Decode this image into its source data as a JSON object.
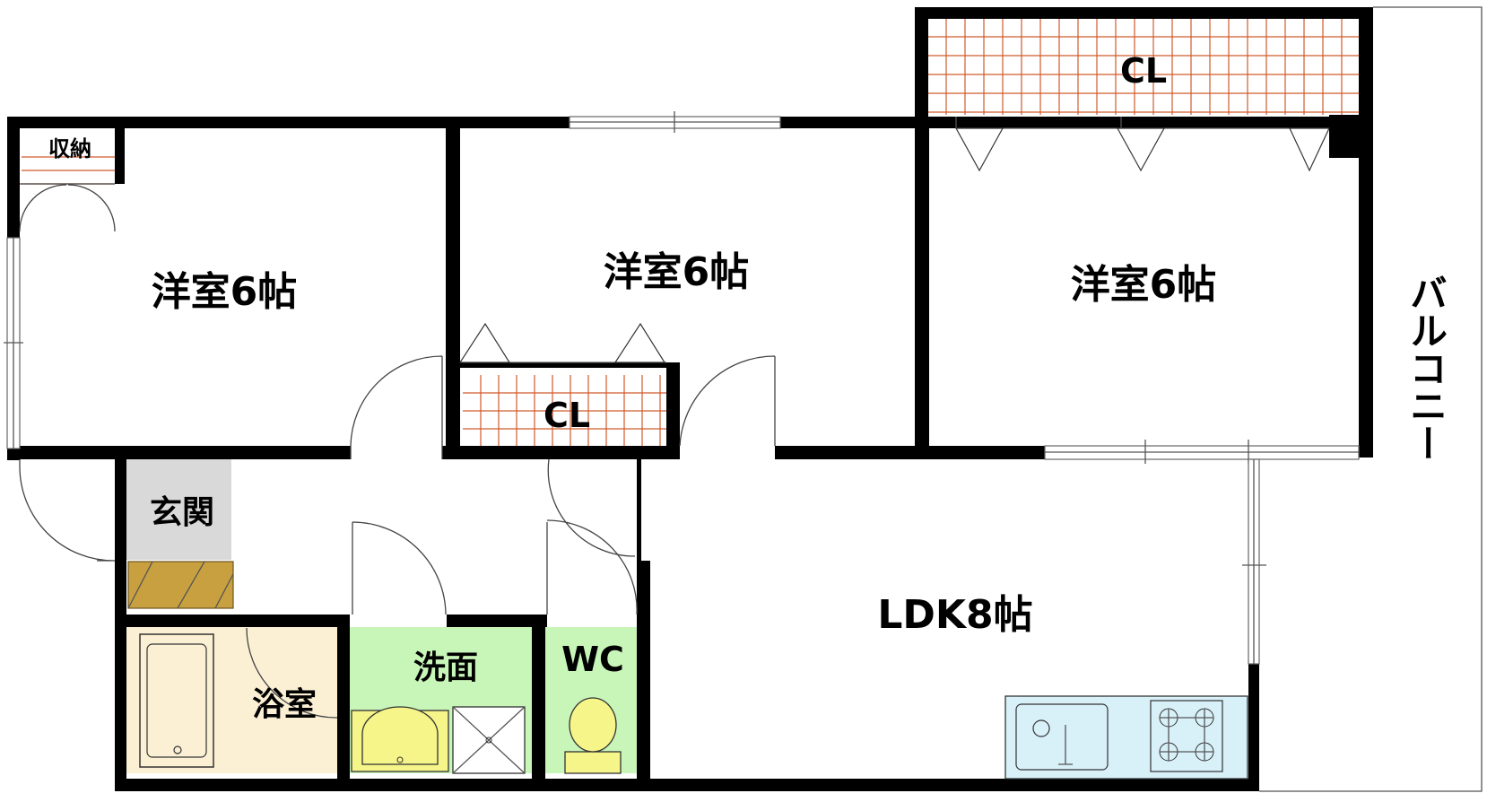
{
  "rooms": {
    "room1": "洋室6帖",
    "room2": "洋室6帖",
    "room3": "洋室6帖",
    "ldk": "LDK8帖",
    "closet_top": "CL",
    "closet_mid": "CL",
    "storage": "収納",
    "entrance": "玄関",
    "bath": "浴室",
    "washroom": "洗面",
    "toilet": "WC",
    "balcony": "バルコニー"
  },
  "colors": {
    "closet_grid": "#d05a2a",
    "entrance_floor": "#d9d9d9",
    "shoe_box": "#c8a040",
    "bath_floor": "#fbf0d4",
    "washroom_floor": "#c8f5b8",
    "toilet_floor": "#c8f5b8",
    "fixture_yellow": "#f5f58a",
    "kitchen_fixture": "#d8f0f8"
  }
}
